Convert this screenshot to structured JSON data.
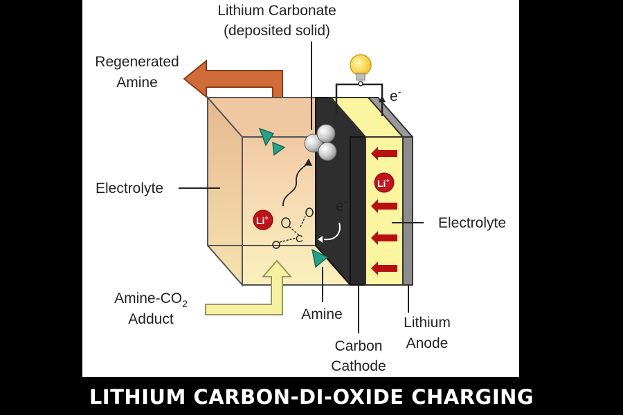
{
  "labels": {
    "lithium_carbonate_line1": "Lithium Carbonate",
    "lithium_carbonate_line2": "(deposited solid)",
    "regenerated_amine_line1": "Regenerated",
    "regenerated_amine_line2": "Amine",
    "electrolyte_left": "Electrolyte",
    "electrolyte_right": "Electrolyte",
    "amine_co2_line1": "Amine-CO",
    "amine_co2_subscript": "2",
    "amine_co2_line2": "Adduct",
    "amine": "Amine",
    "carbon_cathode_line1": "Carbon",
    "carbon_cathode_line2": "Cathode",
    "lithium_anode_line1": "Lithium",
    "lithium_anode_line2": "Anode",
    "electron_top": "e",
    "electron_top_sup": "-",
    "electron_mid": "e",
    "electron_mid_sup": "-",
    "li_ion_left": "Li",
    "li_ion_left_sup": "+",
    "li_ion_right": "Li",
    "li_ion_right_sup": "+"
  },
  "caption": "LITHIUM CARBON-DI-OXIDE CHARGING",
  "colors": {
    "background": "#000000",
    "panel": "#ffffff",
    "cube_front": "#f9e6b4",
    "cube_top": "#f0caa2",
    "cube_side": "#e9c9a0",
    "cathode": "#333333",
    "electrolyte_strip": "#fbf5a0",
    "anode": "#8c8c8c",
    "li_ion": "#c0141c",
    "amine_triangle": "#27a088",
    "regenerated_arrow": "#d06b3a",
    "adduct_arrow": "#f4f0a0",
    "bulb": "#ffd94a"
  },
  "icons": [
    "light-bulb-icon",
    "li-ion-icon",
    "amine-triangle-icon",
    "lithium-carbonate-molecule-icon",
    "electron-arrow-icon"
  ]
}
